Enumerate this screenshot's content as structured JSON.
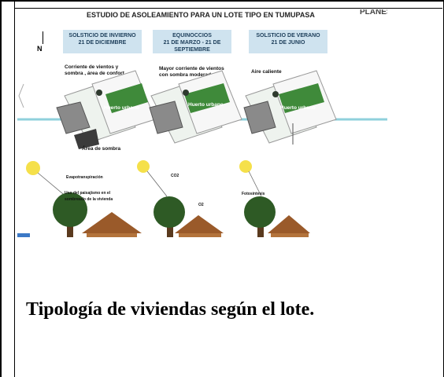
{
  "figure": {
    "title": "ESTUDIO DE ASOLEAMIENTO PARA UN LOTE TIPO EN TUMUPASA",
    "corner_label": "PLANES",
    "north_label": "N",
    "seasons": [
      {
        "line1": "SOLSTICIO DE INVIERNO",
        "line2": "21 DE DICIEMBRE",
        "line3": ""
      },
      {
        "line1": "EQUINOCCIOS",
        "line2": "21 DE MARZO - 21 DE",
        "line3": "SEPTIEMBRE"
      },
      {
        "line1": "SOLSTICIO DE VERANO",
        "line2": "21 DE JUNIO",
        "line3": ""
      }
    ],
    "annotations": {
      "winter_wind": "Corriente de vientos y sombra , área de confort",
      "equinox_wind": "Mayor corriente de vientos con sombra moderada",
      "summer_air": "Aire caliente",
      "garden": "Huerto urbano",
      "shade_area": "Área de sombra",
      "evapotranspiration": "Evapotranspiración",
      "landscape_use": "Uso del paisajismo en el sombreado de la vivienda",
      "co2": "CO2",
      "o2": "O2",
      "photosynthesis": "Fotosíntesis"
    }
  },
  "caption": "Tipología de viviendas según el lote."
}
